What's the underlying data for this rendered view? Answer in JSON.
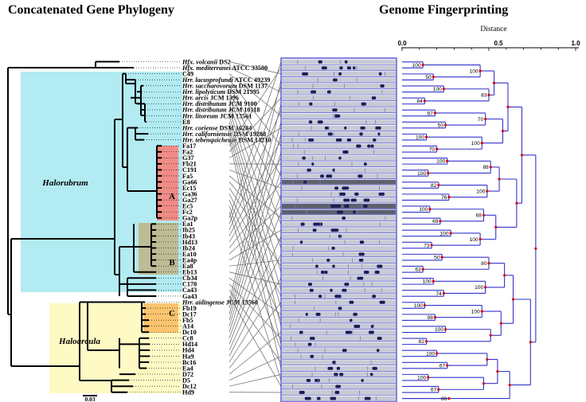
{
  "titles": {
    "left": "Concatenated Gene Phylogeny",
    "right": "Genome Fingerprinting"
  },
  "distance_axis": {
    "label": "Distance",
    "ticks": [
      "0.0",
      "0.5",
      "1.0"
    ]
  },
  "scale_bar_label": "0.03",
  "groups": [
    {
      "label": "Halorubrum",
      "color": "#b2ebf2"
    },
    {
      "label": "Haloarcula",
      "color": "#fff9c4"
    }
  ],
  "clusters": [
    {
      "label": "A",
      "color": "#f08c86"
    },
    {
      "label": "B",
      "color": "#bdbc95"
    },
    {
      "label": "C",
      "color": "#fbc46f"
    }
  ],
  "taxa": [
    {
      "italic": "Hfx. volcanii",
      "rest": " DS2"
    },
    {
      "italic": "Hfx. mediterranei",
      "rest": " ATCC 33500"
    },
    {
      "italic": "",
      "rest": "C49"
    },
    {
      "italic": "Hrr. lacusprofundi",
      "rest": " ATCC 49239"
    },
    {
      "italic": "Hrr. saccharovorum",
      "rest": " DSM 1137"
    },
    {
      "italic": "Hrr. lipolyticum",
      "rest": " DSM 21995"
    },
    {
      "italic": "Hrr. arcis",
      "rest": " JCM 1396"
    },
    {
      "italic": "Hrr. distributum",
      "rest": " JCM 9100"
    },
    {
      "italic": "Hrr. distributum",
      "rest": " JCM 10118"
    },
    {
      "italic": "Hrr. litoreum",
      "rest": " JCM 13561"
    },
    {
      "italic": "",
      "rest": "E8"
    },
    {
      "italic": "Hrr. coriense",
      "rest": " DSM 10284"
    },
    {
      "italic": "Hrr. californiensis",
      "rest": " DSM 19288"
    },
    {
      "italic": "Hrr. tebenquichense",
      "rest": " DSM 14210"
    },
    {
      "italic": "",
      "rest": "Fa17"
    },
    {
      "italic": "",
      "rest": "Fa2"
    },
    {
      "italic": "",
      "rest": "G37"
    },
    {
      "italic": "",
      "rest": "Fb21"
    },
    {
      "italic": "",
      "rest": "C191"
    },
    {
      "italic": "",
      "rest": "Fa5"
    },
    {
      "italic": "",
      "rest": "Ga66"
    },
    {
      "italic": "",
      "rest": "Ec15"
    },
    {
      "italic": "",
      "rest": "Ga36"
    },
    {
      "italic": "",
      "rest": "Ga27"
    },
    {
      "italic": "",
      "rest": "Ec5"
    },
    {
      "italic": "",
      "rest": "Fc2"
    },
    {
      "italic": "",
      "rest": "Ga2p"
    },
    {
      "italic": "",
      "rest": "Ea1"
    },
    {
      "italic": "",
      "rest": "Ib25"
    },
    {
      "italic": "",
      "rest": "Ib43"
    },
    {
      "italic": "",
      "rest": "Hd13"
    },
    {
      "italic": "",
      "rest": "Ib24"
    },
    {
      "italic": "",
      "rest": "Ea10"
    },
    {
      "italic": "",
      "rest": "Ea4p"
    },
    {
      "italic": "",
      "rest": "Ea8"
    },
    {
      "italic": "",
      "rest": "Eb13"
    },
    {
      "italic": "",
      "rest": "Cb34"
    },
    {
      "italic": "",
      "rest": "C170"
    },
    {
      "italic": "",
      "rest": "Ca43"
    },
    {
      "italic": "",
      "rest": "Ga43"
    },
    {
      "italic": "Hrr. aidingense",
      "rest": " JCM 13560"
    },
    {
      "italic": "",
      "rest": "Fb19"
    },
    {
      "italic": "",
      "rest": "Dc17"
    },
    {
      "italic": "",
      "rest": "Fb5"
    },
    {
      "italic": "",
      "rest": "A14"
    },
    {
      "italic": "",
      "rest": "Dc10"
    },
    {
      "italic": "",
      "rest": "Cc8"
    },
    {
      "italic": "",
      "rest": "Hd14"
    },
    {
      "italic": "",
      "rest": "Hd4"
    },
    {
      "italic": "",
      "rest": "Ha9"
    },
    {
      "italic": "",
      "rest": "Bc16"
    },
    {
      "italic": "",
      "rest": "Ea4"
    },
    {
      "italic": "",
      "rest": "D72"
    },
    {
      "italic": "",
      "rest": "D5"
    },
    {
      "italic": "",
      "rest": "Dc12"
    },
    {
      "italic": "",
      "rest": "Hd9"
    }
  ],
  "bootstrap_values": [
    "100",
    "50",
    "100",
    "84",
    "87",
    "50",
    "100",
    "70",
    "100",
    "100",
    "82",
    "76",
    "100",
    "69",
    "100",
    "73",
    "50",
    "63",
    "100",
    "74",
    "100",
    "98",
    "100",
    "82",
    "100",
    "67",
    "100",
    "67",
    "80",
    "100",
    "83",
    "70",
    "100",
    "88",
    "100",
    "68",
    "100",
    "80",
    "100",
    "100"
  ],
  "colors": {
    "dendrogram": "#3333cc",
    "node_marker": "#dd0000",
    "gel_lane": "#c8cad6",
    "band": "#1c1e5a",
    "connector": "#666666"
  }
}
